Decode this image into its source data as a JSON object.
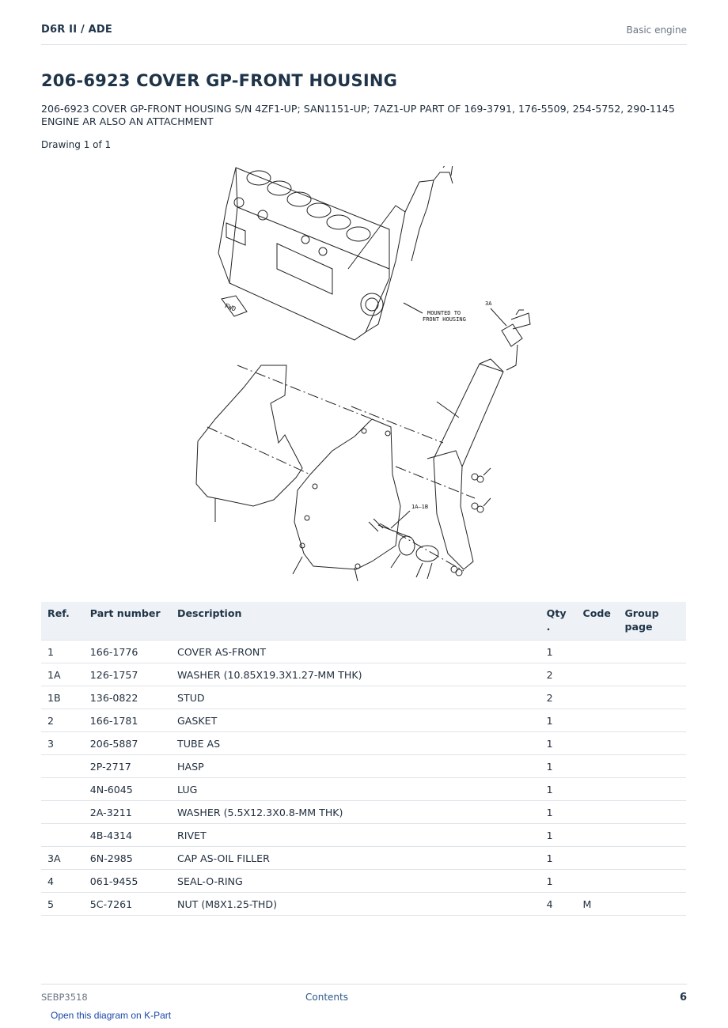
{
  "header": {
    "breadcrumb": "D6R II  /  ADE",
    "section": "Basic engine"
  },
  "title": "206-6923 COVER GP-FRONT HOUSING",
  "subtitle": "206-6923 COVER GP-FRONT HOUSING S/N 4ZF1-UP; SAN1151-UP; 7AZ1-UP PART OF 169-3791, 176-5509, 254-5752, 290-1145 ENGINE AR ALSO AN ATTACHMENT",
  "drawing_label": "Drawing 1 of 1",
  "diagram": {
    "callouts": {
      "mounted_line1": "MOUNTED TO",
      "mounted_line2": "FRONT HOUSING",
      "fwd": "FWD",
      "ref_3a": "3A",
      "ref_1a1b": "1A–1B"
    }
  },
  "table": {
    "headers": {
      "ref": "Ref.",
      "part_number": "Part number",
      "description": "Description",
      "qty_line1": "Qty",
      "qty_line2": ".",
      "code": "Code",
      "group_line1": "Group",
      "group_line2": "page"
    },
    "rows": [
      {
        "ref": "1",
        "part": "166-1776",
        "desc": "COVER AS-FRONT",
        "qty": "1",
        "code": "",
        "group": ""
      },
      {
        "ref": "1A",
        "part": "126-1757",
        "desc": "WASHER (10.85X19.3X1.27-MM THK)",
        "qty": "2",
        "code": "",
        "group": ""
      },
      {
        "ref": "1B",
        "part": "136-0822",
        "desc": "STUD",
        "qty": "2",
        "code": "",
        "group": ""
      },
      {
        "ref": "2",
        "part": "166-1781",
        "desc": "GASKET",
        "qty": "1",
        "code": "",
        "group": ""
      },
      {
        "ref": "3",
        "part": "206-5887",
        "desc": "TUBE AS",
        "qty": "1",
        "code": "",
        "group": ""
      },
      {
        "ref": "",
        "part": "2P-2717",
        "desc": "HASP",
        "qty": "1",
        "code": "",
        "group": ""
      },
      {
        "ref": "",
        "part": "4N-6045",
        "desc": "LUG",
        "qty": "1",
        "code": "",
        "group": ""
      },
      {
        "ref": "",
        "part": "2A-3211",
        "desc": "WASHER (5.5X12.3X0.8-MM THK)",
        "qty": "1",
        "code": "",
        "group": ""
      },
      {
        "ref": "",
        "part": "4B-4314",
        "desc": "RIVET",
        "qty": "1",
        "code": "",
        "group": ""
      },
      {
        "ref": "3A",
        "part": "6N-2985",
        "desc": "CAP AS-OIL FILLER",
        "qty": "1",
        "code": "",
        "group": ""
      },
      {
        "ref": "4",
        "part": "061-9455",
        "desc": "SEAL-O-RING",
        "qty": "1",
        "code": "",
        "group": ""
      },
      {
        "ref": "5",
        "part": "5C-7261",
        "desc": "NUT (M8X1.25-THD)",
        "qty": "4",
        "code": "M",
        "group": ""
      }
    ]
  },
  "footer": {
    "doc_id": "SEBP3518",
    "contents_link": "Contents",
    "page_number": "6",
    "kpart_link": "Open this diagram on K-Part"
  }
}
